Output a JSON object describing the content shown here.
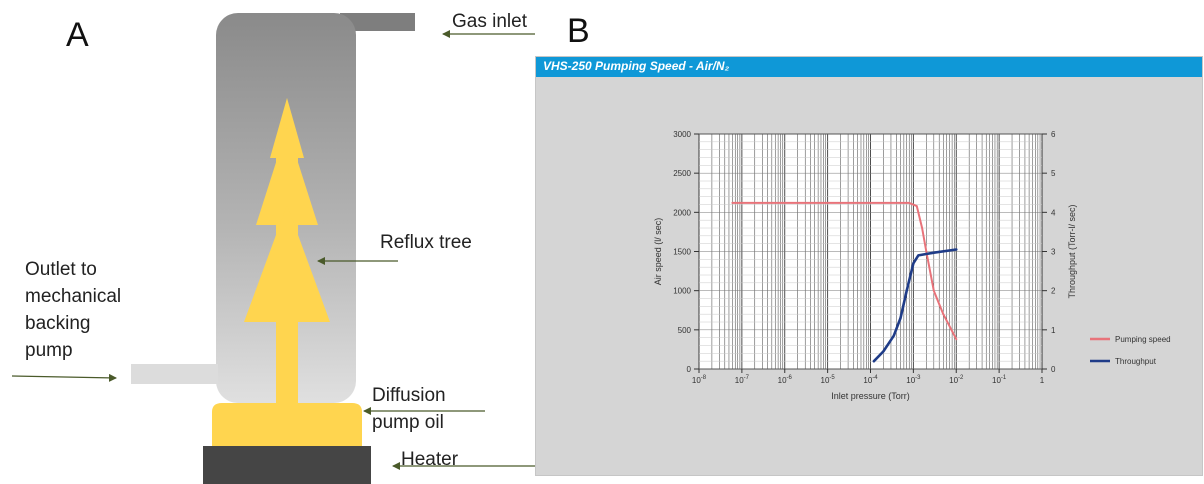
{
  "panel_a": {
    "letter": "A",
    "labels": {
      "gas_inlet": "Gas inlet",
      "reflux_tree": "Reflux tree",
      "outlet": [
        "Outlet to",
        "mechanical",
        "backing",
        "pump"
      ],
      "diffusion": [
        "Diffusion",
        "pump oil"
      ],
      "heater": "Heater"
    },
    "colors": {
      "chamber": "#8c8c8c",
      "reflux": "#ffd54f",
      "oil": "#ffd54f",
      "heater": "#444444"
    }
  },
  "panel_b": {
    "letter": "B",
    "header_color": "#0f98d7",
    "chart_data": {
      "type": "line",
      "title": "VHS-250 Pumping Speed - Air/N₂",
      "xlabel": "Inlet pressure (Torr)",
      "ylabel_left": "Air speed (l/ sec)",
      "ylabel_right": "Throughput (Torr-l/ sec)",
      "x_scale": "log",
      "xlim": [
        1e-08,
        1
      ],
      "x_ticks": [
        {
          "base": "10",
          "exp": "-8"
        },
        {
          "base": "10",
          "exp": "-7"
        },
        {
          "base": "10",
          "exp": "-6"
        },
        {
          "base": "10",
          "exp": "-5"
        },
        {
          "base": "10",
          "exp": "-4"
        },
        {
          "base": "10",
          "exp": "-3"
        },
        {
          "base": "10",
          "exp": "-2"
        },
        {
          "base": "10",
          "exp": "-1"
        },
        {
          "base": "1",
          "exp": ""
        }
      ],
      "ylim_left": [
        0,
        3000
      ],
      "y_ticks_left": [
        "0",
        "500",
        "1000",
        "1500",
        "2000",
        "2500",
        "3000"
      ],
      "ylim_right": [
        0,
        6
      ],
      "y_ticks_right": [
        "0",
        "1",
        "2",
        "3",
        "4",
        "5",
        "6"
      ],
      "grid": true,
      "legend_position": "right",
      "series": [
        {
          "name": "Pumping speed",
          "axis": "left",
          "color": "#e8737a",
          "points": [
            [
              6e-08,
              2120
            ],
            [
              1e-07,
              2120
            ],
            [
              1e-06,
              2120
            ],
            [
              1e-05,
              2120
            ],
            [
              0.0001,
              2120
            ],
            [
              0.0008,
              2120
            ],
            [
              0.0012,
              2080
            ],
            [
              0.0016,
              1800
            ],
            [
              0.002,
              1500
            ],
            [
              0.003,
              1000
            ],
            [
              0.005,
              700
            ],
            [
              0.01,
              380
            ]
          ]
        },
        {
          "name": "Throughput",
          "axis": "right",
          "color": "#1f3c88",
          "points": [
            [
              0.00012,
              0.2
            ],
            [
              0.0002,
              0.45
            ],
            [
              0.00035,
              0.85
            ],
            [
              0.0005,
              1.3
            ],
            [
              0.0007,
              2.0
            ],
            [
              0.001,
              2.7
            ],
            [
              0.0013,
              2.9
            ],
            [
              0.003,
              2.97
            ],
            [
              0.01,
              3.05
            ]
          ]
        }
      ]
    }
  }
}
